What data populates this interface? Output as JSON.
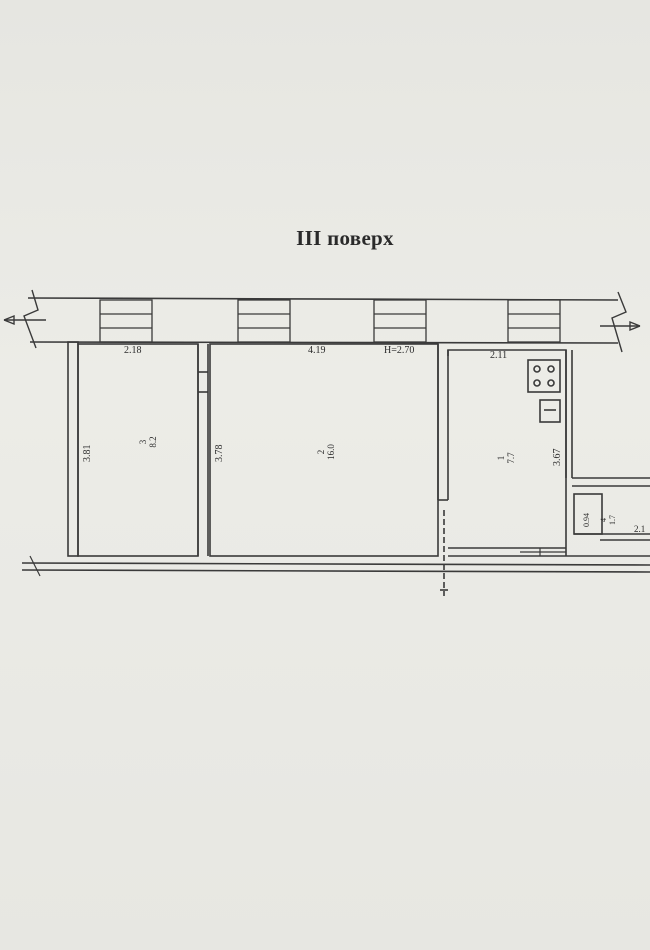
{
  "title": "III поверх",
  "dimensions": {
    "room3_width": "2.18",
    "room2_width": "4.19",
    "ceiling_height": "H=2.70",
    "room1_width": "2.11",
    "room3_depth": "3.81",
    "room2_depth": "3.78",
    "room1_depth": "3.67",
    "room4_left": "0.94",
    "room4_right": "2.1"
  },
  "rooms": [
    {
      "number": "3",
      "area": "8.2"
    },
    {
      "number": "2",
      "area": "16.0"
    },
    {
      "number": "1",
      "area": "7.7"
    },
    {
      "number": "4",
      "area": "1.7"
    }
  ]
}
